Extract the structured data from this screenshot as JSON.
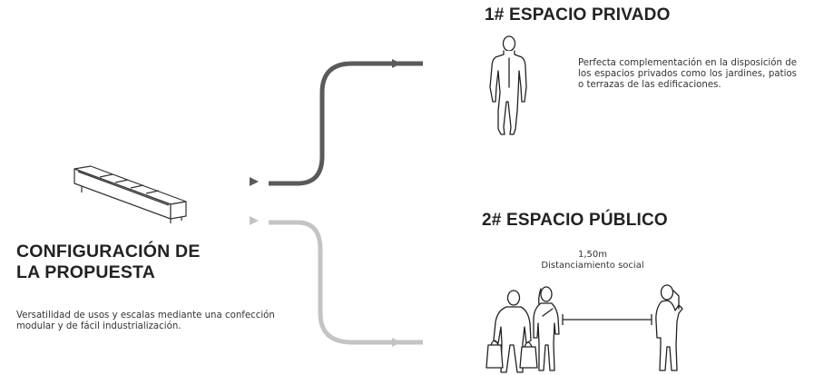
{
  "private_space": {
    "title": "1# ESPACIO PRIVADO",
    "description": "Perfecta complementación en la disposición de los espacios privados como los jardines, patios o terrazas de las edificaciones."
  },
  "public_space": {
    "title": "2# ESPACIO PÚBLICO",
    "distance_value": "1,50m",
    "distance_label": "Distanciamiento social"
  },
  "configuration": {
    "title_line1": "CONFIGURACIÓN DE",
    "title_line2": "LA PROPUESTA",
    "description": "Versatilidad de usos y escalas mediante una confección modular y de fácil industrialización."
  },
  "colors": {
    "upper_branch": "#5a5a5a",
    "lower_branch": "#c4c4c4",
    "text": "#222222"
  },
  "icons": [
    "bench-module-icon",
    "standing-man-icon",
    "person-with-bags-icon",
    "woman-standing-icon",
    "person-on-phone-icon"
  ]
}
